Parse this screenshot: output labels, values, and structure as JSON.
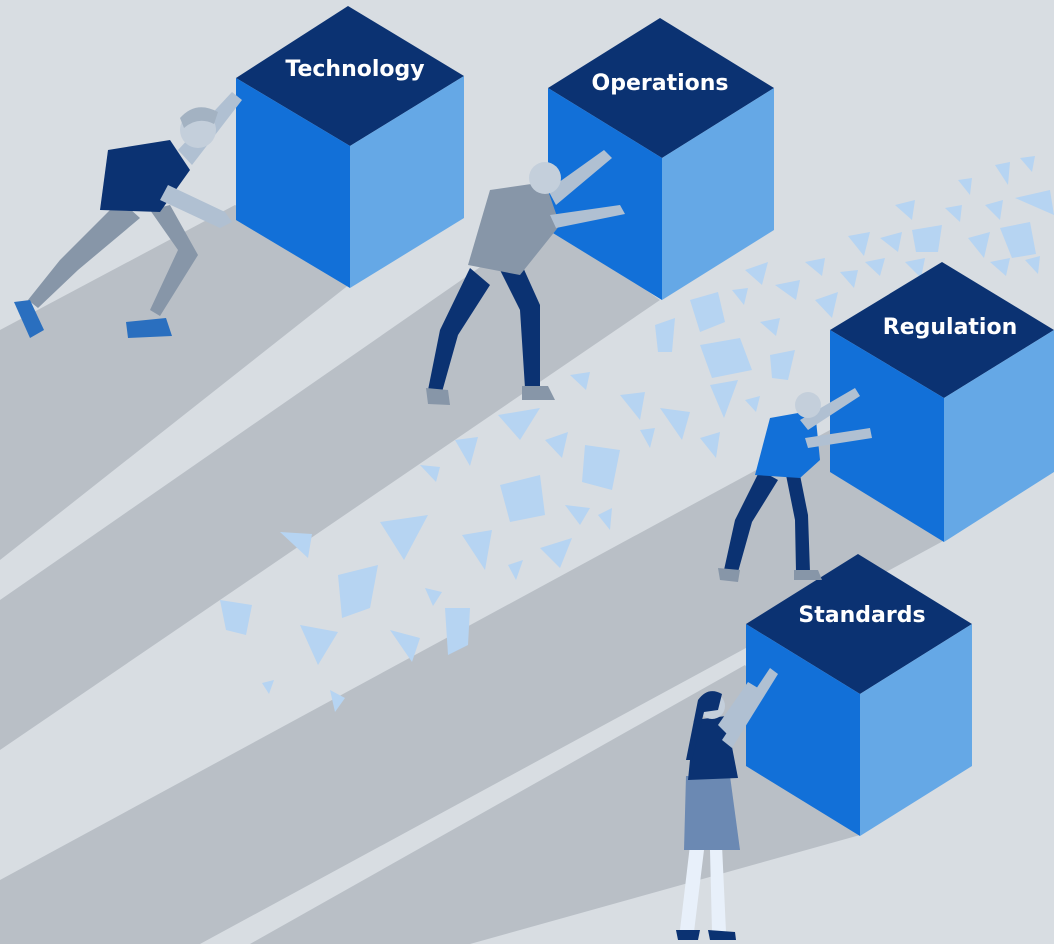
{
  "scene": {
    "colors": {
      "background": "#d8dde2",
      "road": "#b9bfc6",
      "cube_top": "#0b3272",
      "cube_left": "#1270d8",
      "cube_right": "#65a8e6",
      "shard": "#b6d4f2"
    },
    "cubes": [
      {
        "label": "Technology"
      },
      {
        "label": "Operations"
      },
      {
        "label": "Regulation"
      },
      {
        "label": "Standards"
      }
    ]
  }
}
